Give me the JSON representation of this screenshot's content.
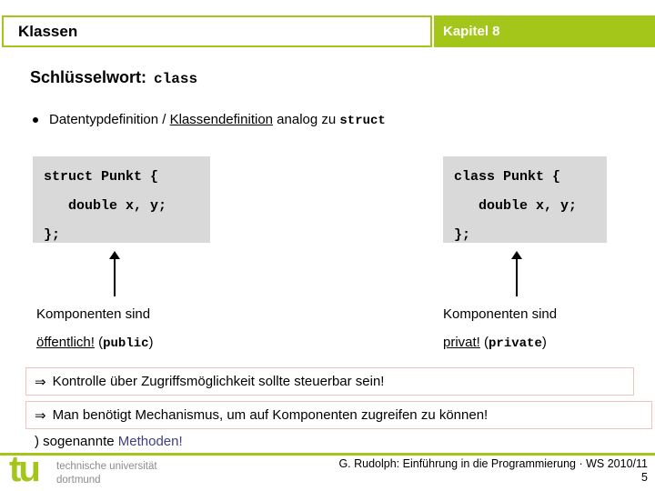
{
  "header": {
    "title": "Klassen",
    "chapter": "Kapitel 8"
  },
  "keyword_line": {
    "label": "Schlüsselwort:",
    "keyword": "class"
  },
  "bullet": {
    "pre": "Datentypdefinition / ",
    "underlined": "Klassendefinition",
    "mid": " analog zu ",
    "code": "struct"
  },
  "code_boxes": {
    "left": {
      "lines": [
        "struct Punkt {",
        "   double x, y;",
        "};"
      ]
    },
    "right": {
      "lines": [
        "class Punkt {",
        "   double x, y;",
        "};"
      ]
    }
  },
  "annotations": {
    "left": {
      "line1": "Komponenten sind",
      "underlined": "öffentlich!",
      "open": " (",
      "code": "public",
      "close": ")"
    },
    "right": {
      "line1": "Komponenten sind",
      "underlined": "privat!",
      "open": " (",
      "code": "private",
      "close": ")"
    }
  },
  "statements": [
    {
      "arrow": "⇒",
      "text": "Kontrolle über Zugriffsmöglichkeit sollte steuerbar sein!"
    },
    {
      "arrow": "⇒",
      "text": "Man benötigt Mechanismus, um auf Komponenten zugreifen zu können!"
    }
  ],
  "methods_line": {
    "arrow": ")",
    "text": " sogenannte ",
    "highlight": "Methoden!"
  },
  "footer": {
    "logo_text": "tu",
    "university_line1": "technische universität",
    "university_line2": "dortmund",
    "credit": "G. Rudolph: Einführung in die Programmierung · WS 2010/11",
    "page_number": "5"
  },
  "colors": {
    "accent_green": "#A4C61A",
    "code_background": "#D9D9D9",
    "methods_blue": "#3F3F7E",
    "statement_border": "#F0C3C3",
    "footer_gray": "#8C8C8C"
  }
}
